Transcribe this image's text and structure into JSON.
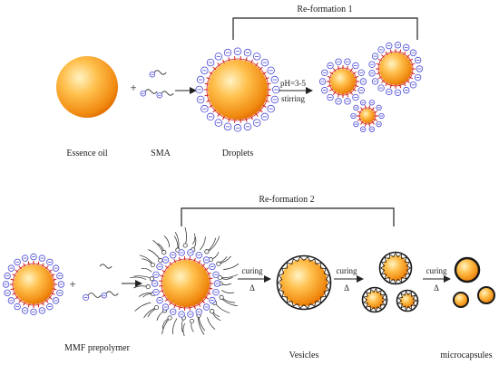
{
  "brackets": {
    "reformation_1": "Re-formation 1",
    "reformation_2": "Re-formation 2"
  },
  "labels": {
    "essence_oil": "Essence oil",
    "sma": "SMA",
    "droplets": "Droplets",
    "mmf_prepolymer": "MMF prepolymer",
    "vesicles": "Vesicles",
    "microcapsules": "microcapsules"
  },
  "operators": {
    "plus_top": "+",
    "plus_bottom": "+"
  },
  "arrows": {
    "ph_condition": "pH=3-5",
    "stirring": "stirring",
    "curing_1": "curing",
    "delta_1": "Δ",
    "curing_2": "curing",
    "delta_2": "Δ",
    "curing_3": "curing",
    "delta_3": "Δ"
  },
  "charge_symbol": "⊖",
  "colors": {
    "oil_core_light": "#fff3c4",
    "oil_core_mid": "#ffb233",
    "oil_core_dark": "#e86e00",
    "sma_shell": "#4a4ad8",
    "red_spike": "#d11a1a",
    "polymer": "#222222"
  }
}
